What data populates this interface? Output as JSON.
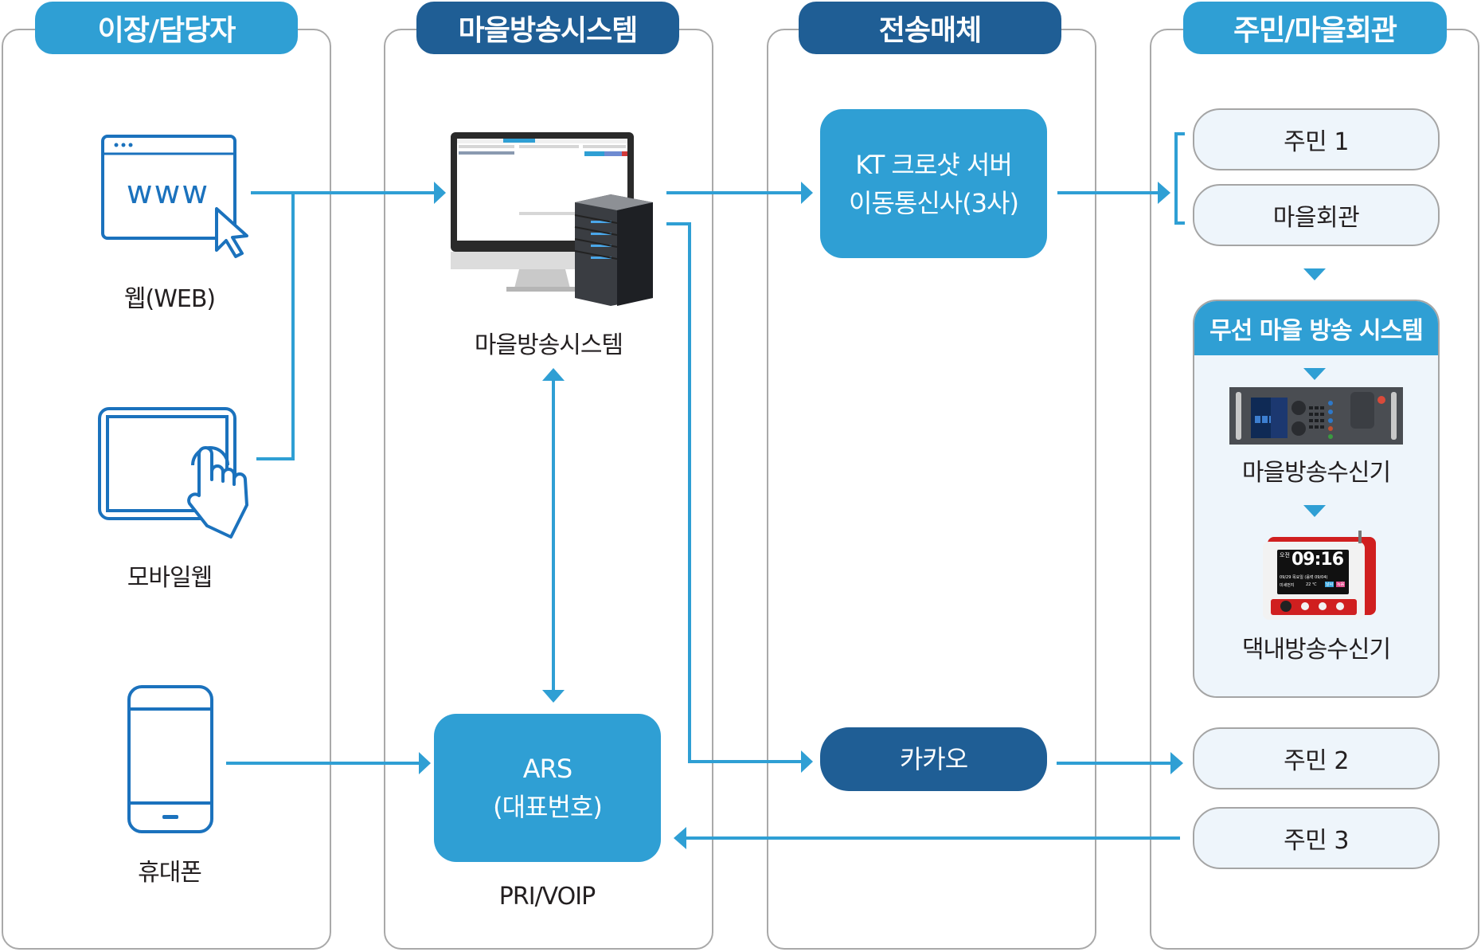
{
  "columns": [
    {
      "header": "이장/담당자",
      "style": "light"
    },
    {
      "header": "마을방송시스템",
      "style": "dark"
    },
    {
      "header": "전송매체",
      "style": "dark"
    },
    {
      "header": "주민/마을회관",
      "style": "light"
    }
  ],
  "admin": {
    "web_label": "웹(WEB)",
    "mobile_label": "모바일웹",
    "phone_label": "휴대폰",
    "web_icon": "browser-www-cursor-icon",
    "mobile_icon": "tablet-touch-icon",
    "phone_icon": "smartphone-icon"
  },
  "system": {
    "server_label": "마을방송시스템",
    "server_icon": "monitor-server-icon",
    "ars_line1": "ARS",
    "ars_line2": "(대표번호)",
    "ars_caption": "PRI/VOIP"
  },
  "media": {
    "kt_line1": "KT 크로샷 서버",
    "kt_line2": "이동통신사(3사)",
    "kakao": "카카오"
  },
  "residents": {
    "resident1": "주민 1",
    "hall": "마을회관",
    "wireless_title": "무선 마을 방송 시스템",
    "receiver_label": "마을방송수신기",
    "home_receiver_label": "댁내방송수신기",
    "home_receiver_screen": {
      "ampm": "오전",
      "time": "09:16",
      "date": "09/29 목요일 (음력 09/04)",
      "dust": "미세먼지",
      "temp": "22 ℃",
      "tag1": "날씨",
      "tag2": "녹음"
    },
    "resident2": "주민 2",
    "resident3": "주민 3"
  },
  "colors": {
    "accent_light": "#2f9fd4",
    "accent_dark": "#1f5e95",
    "icon_blue": "#1b72bd",
    "resident_fill": "#eef5fb",
    "border_gray": "#a9a9a9"
  }
}
